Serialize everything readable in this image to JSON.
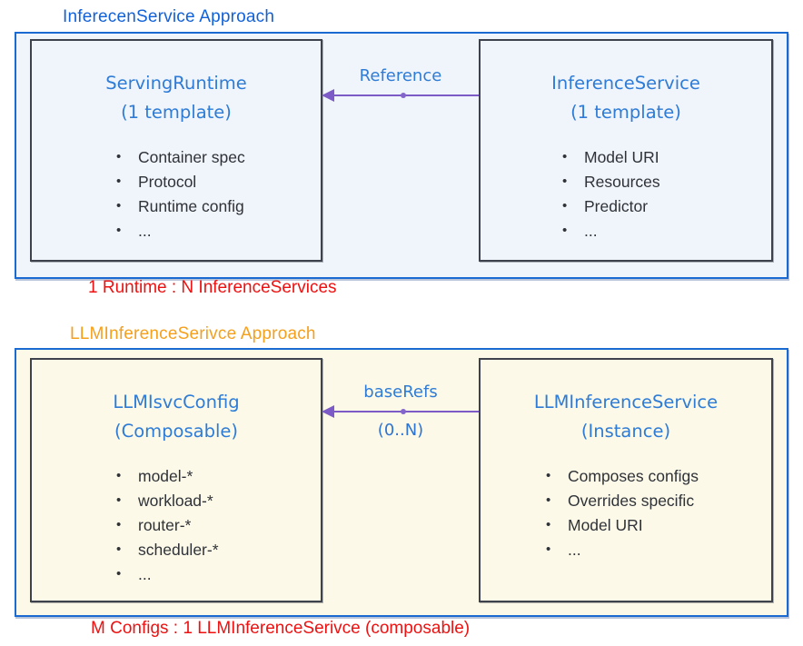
{
  "colors": {
    "outer_border": "#1b6ad2",
    "inner_border": "#3d424c",
    "section1_fill": "#f0f4fb",
    "section2_fill": "#fcf9e9",
    "heading_blue": "#2e7cd6",
    "title_blue": "#1161d8",
    "title_orange": "#f5a01d",
    "caption_red": "#ed1211",
    "arrow_purple": "#7d5bc7",
    "item_text": "#2f3237"
  },
  "sections": [
    {
      "title": "InferecenService Approach",
      "caption": "1 Runtime : N InferenceServices",
      "left_box": {
        "title": "ServingRuntime",
        "subtitle": "(1 template)",
        "items": [
          "Container spec",
          "Protocol",
          "Runtime config",
          "..."
        ]
      },
      "right_box": {
        "title": "InferenceService",
        "subtitle": "(1 template)",
        "items": [
          "Model URI",
          "Resources",
          "Predictor",
          "..."
        ]
      },
      "arrow": {
        "label": "Reference",
        "sublabel": ""
      }
    },
    {
      "title": "LLMInferenceSerivce Approach",
      "caption": "M Configs : 1 LLMInferenceSerivce (composable)",
      "left_box": {
        "title": "LLMIsvcConfig",
        "subtitle": "(Composable)",
        "items": [
          "model-*",
          "workload-*",
          "router-*",
          "scheduler-*",
          "..."
        ]
      },
      "right_box": {
        "title": "LLMInferenceService",
        "subtitle": "(Instance)",
        "items": [
          "Composes configs",
          "Overrides specific",
          "Model URI",
          "..."
        ]
      },
      "arrow": {
        "label": "baseRefs",
        "sublabel": "(0..N)"
      }
    }
  ]
}
